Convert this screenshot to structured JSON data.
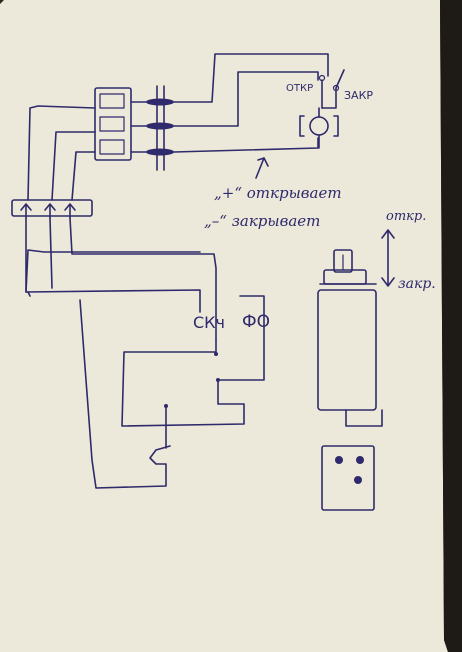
{
  "labels": {
    "switch_open": "ОТКР",
    "switch_close": "ЗАКР",
    "motor_symbol": "[ ⊙ ]",
    "plus_note": "„+“ открывает",
    "minus_note": "„–“ закрывает",
    "arrow_open": "откр.",
    "arrow_close": "закр.",
    "label_sk": "СКч",
    "label_fo": "ФО"
  },
  "colors": {
    "paper": "#ece8da",
    "ink": "#2f2a6b",
    "background": "#2a2620"
  }
}
